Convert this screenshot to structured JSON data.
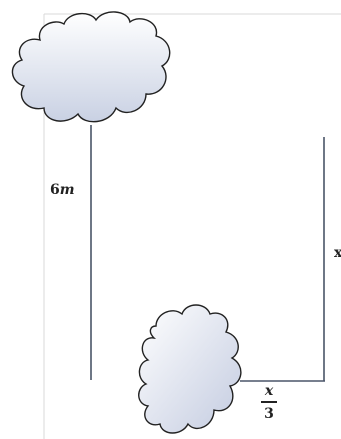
{
  "figure": {
    "top_cloud": {
      "name": "cloud-icon"
    },
    "bottom_cloud": {
      "name": "cloud-icon"
    },
    "left_label": {
      "value": "6",
      "variable": "m"
    },
    "right_label_partial": "x",
    "bottom_fraction": {
      "numerator": "x",
      "denominator": "3"
    },
    "colors": {
      "line": "#4a5568",
      "cloud_outline": "#222222",
      "cloud_fill_light": "#ffffff",
      "cloud_fill_dark": "#c9d1e3",
      "frame": "#d9d9d9"
    }
  }
}
